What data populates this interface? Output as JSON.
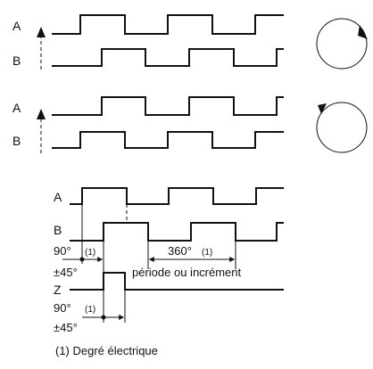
{
  "panel1": {
    "channel_a": "A",
    "channel_b": "B",
    "rotation": "clockwise"
  },
  "panel2": {
    "channel_a": "A",
    "channel_b": "B",
    "rotation": "counterclockwise"
  },
  "panel3": {
    "channel_a": "A",
    "channel_b": "B",
    "channel_z": "Z",
    "phase_shift": {
      "angle": "90°",
      "note": "(1)",
      "tolerance": "±45°"
    },
    "period": {
      "angle": "360°",
      "note": "(1)"
    },
    "period_label": "période ou incrément",
    "index_width": {
      "angle": "90°",
      "note": "(1)",
      "tolerance": "±45°"
    }
  },
  "footnote": "(1) Degré électrique"
}
